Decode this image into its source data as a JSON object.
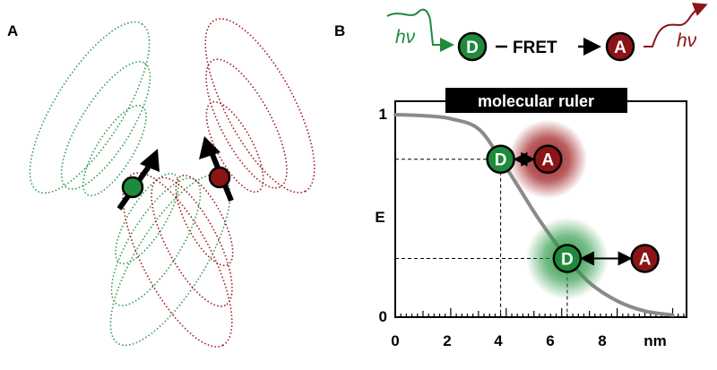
{
  "panels": {
    "a_label": "A",
    "b_label": "B"
  },
  "scheme": {
    "hv_in": "hν",
    "donor": "D",
    "fret_label": "FRET",
    "acceptor": "A",
    "hv_out": "hν"
  },
  "plot": {
    "title": "molecular ruler",
    "ylabel": "E",
    "xlabel": "nm",
    "y_ticks": [
      "1",
      "0"
    ],
    "x_ticks": [
      "0",
      "2",
      "4",
      "6",
      "8"
    ],
    "donor": "D",
    "acceptor": "A"
  },
  "colors": {
    "donor": "#1e8a3c",
    "acceptor": "#8b1416",
    "field_green": "#2e9a49",
    "field_red": "#a0181b",
    "curve": "#8a8a8a",
    "title_bg": "#000000"
  },
  "chart_data": {
    "type": "line",
    "x": [
      0,
      1,
      2,
      3,
      3.8,
      4.5,
      5,
      5.5,
      6.2,
      7,
      8,
      9,
      10
    ],
    "y": [
      1.0,
      0.995,
      0.98,
      0.93,
      0.78,
      0.63,
      0.52,
      0.42,
      0.29,
      0.17,
      0.08,
      0.03,
      0.01
    ],
    "xlim": [
      0,
      10.5
    ],
    "ylim": [
      0,
      1
    ],
    "markers": [
      {
        "donor_x": 3.8,
        "acceptor_x": 5.5,
        "E": 0.78
      },
      {
        "donor_x": 6.2,
        "acceptor_x": 9.0,
        "E": 0.29
      }
    ]
  }
}
